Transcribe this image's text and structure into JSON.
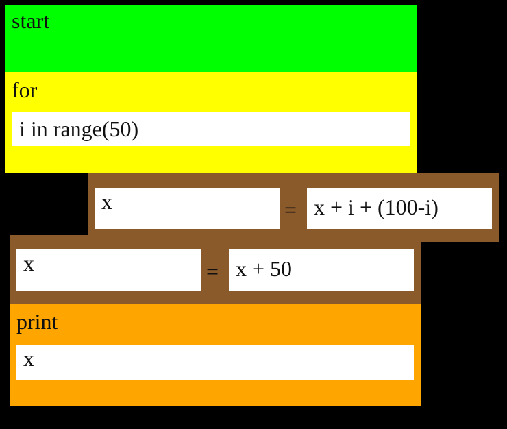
{
  "colors": {
    "background": "#000000",
    "start_block": "#00ff00",
    "for_block": "#ffff00",
    "assign_block": "#8a5a2b",
    "print_block": "#ffa500",
    "slot": "#ffffff"
  },
  "start": {
    "label": "start"
  },
  "for_loop": {
    "label": "for",
    "condition": "i in range(50)"
  },
  "assign_inner": {
    "target": "x",
    "operator": "=",
    "expression": "x + i + (100-i)"
  },
  "assign_outer": {
    "target": "x",
    "operator": "=",
    "expression": "x + 50"
  },
  "print": {
    "label": "print",
    "argument": "x"
  }
}
